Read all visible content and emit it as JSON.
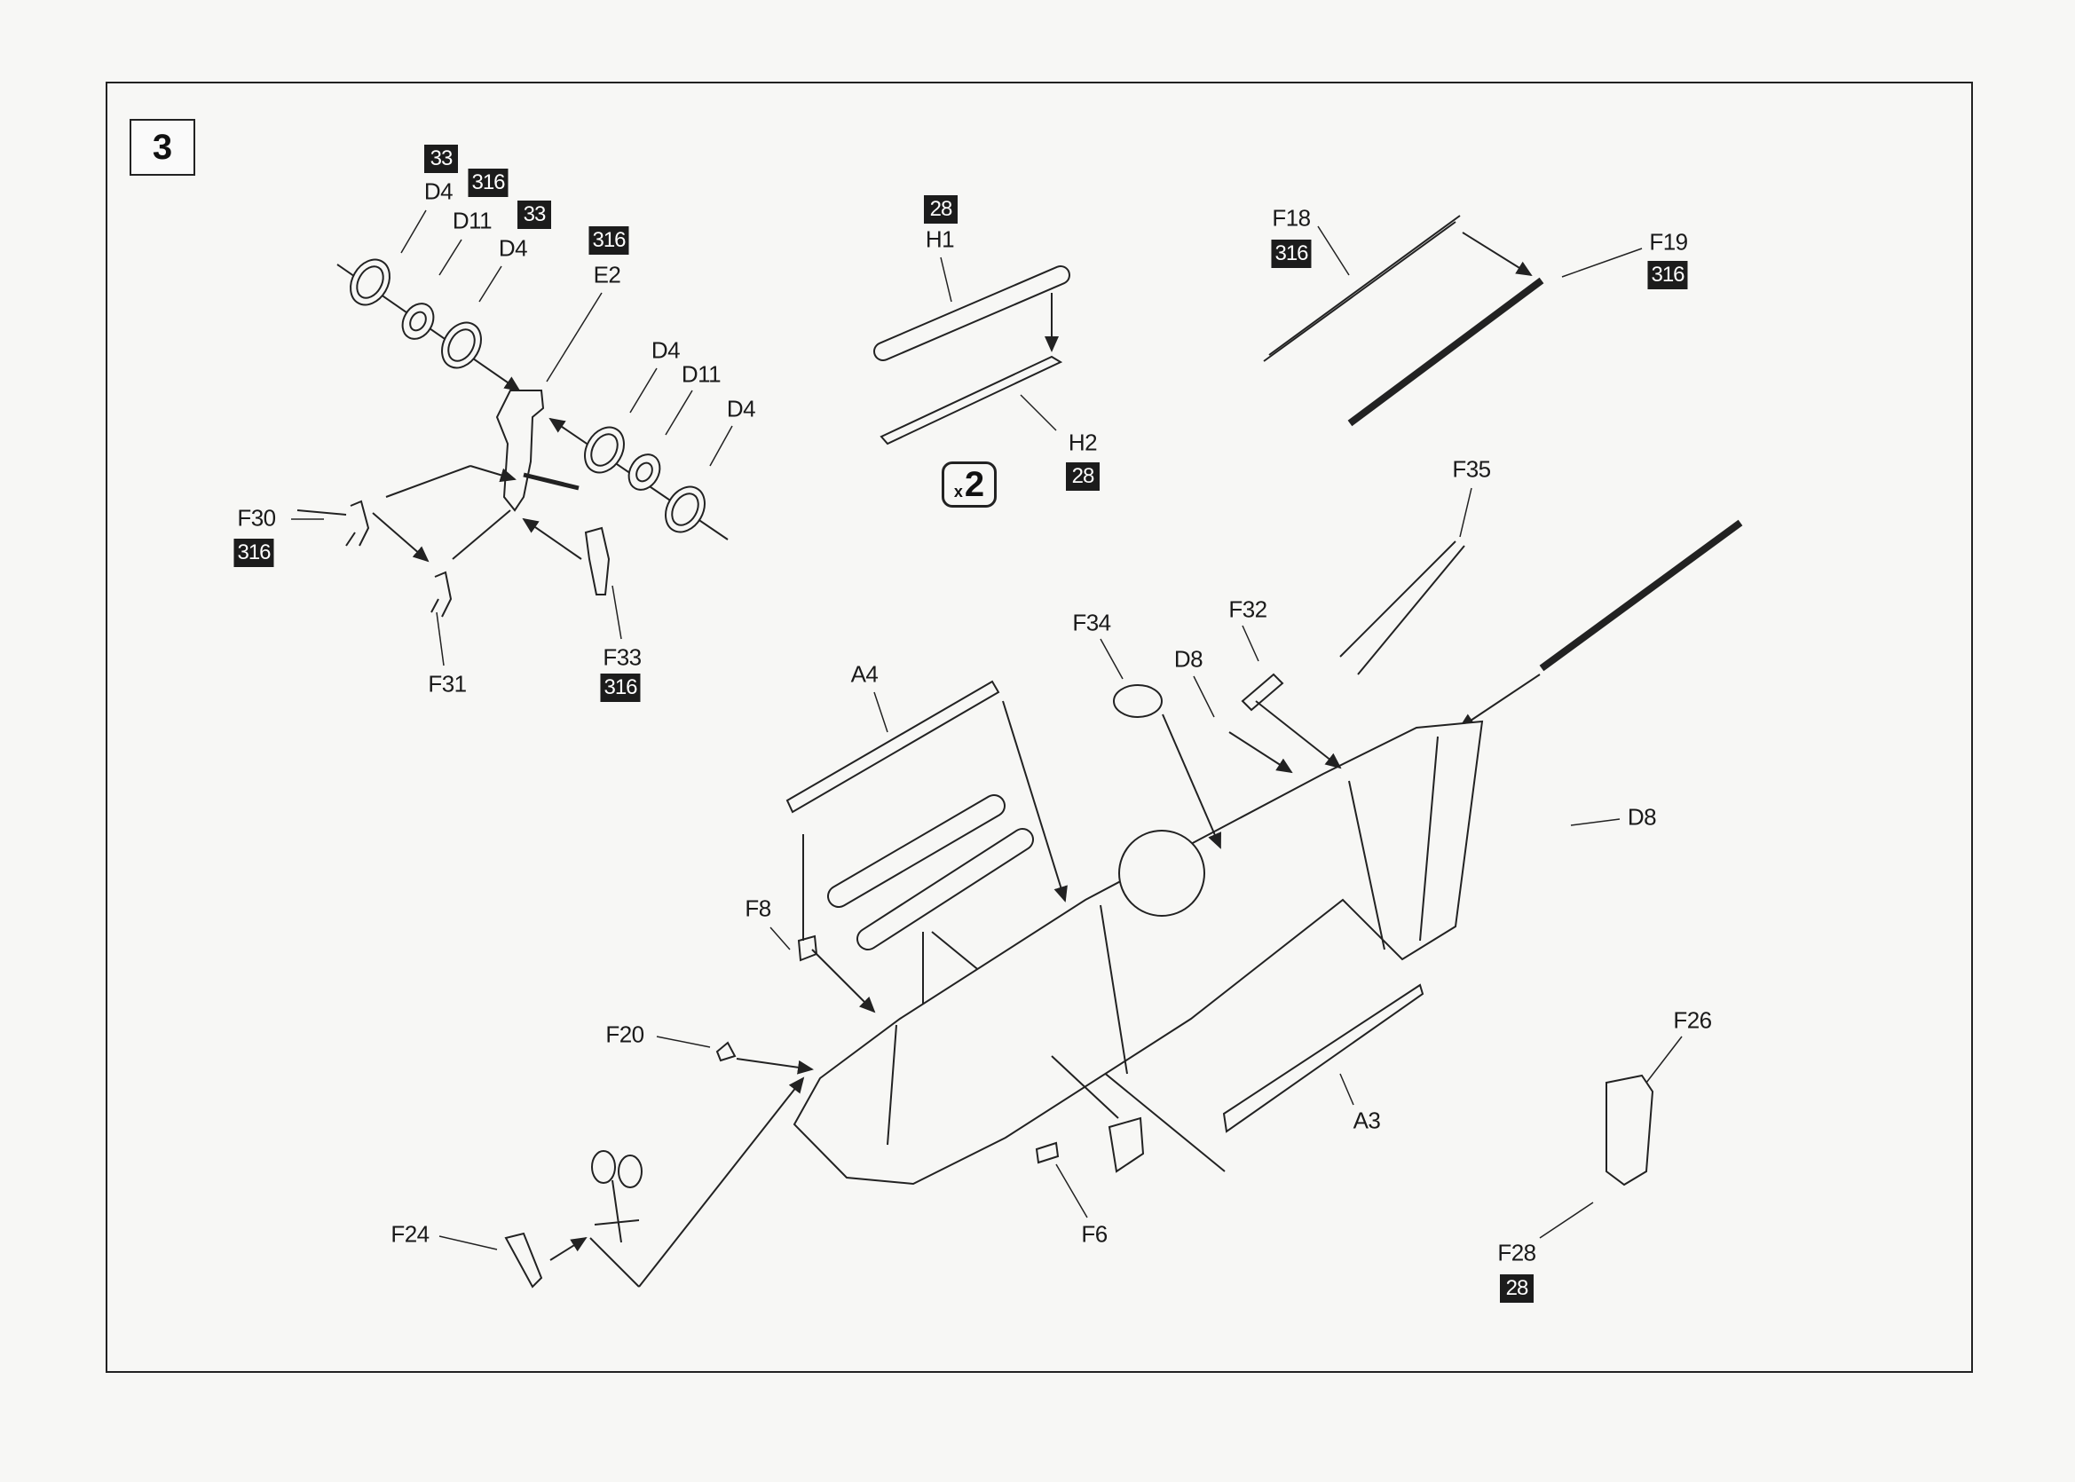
{
  "step": {
    "number": "3"
  },
  "multiplier": {
    "prefix": "x",
    "count": "2"
  },
  "labels": {
    "d4_a": "D4",
    "d11_a": "D11",
    "d4_b": "D4",
    "e2": "E2",
    "d4_c": "D4",
    "d11_b": "D11",
    "d4_d": "D4",
    "f30": "F30",
    "f31": "F31",
    "f33": "F33",
    "h1": "H1",
    "h2": "H2",
    "f18": "F18",
    "f19": "F19",
    "f35": "F35",
    "f34": "F34",
    "f32": "F32",
    "d8_a": "D8",
    "a4": "A4",
    "d8_b": "D8",
    "f8": "F8",
    "f20": "F20",
    "a3": "A3",
    "f6": "F6",
    "f26": "F26",
    "f24": "F24",
    "f28": "F28"
  },
  "paint_codes": {
    "d4_a": "33",
    "d11_a": "316",
    "d4_b": "33",
    "e2": "316",
    "f30": "316",
    "f33": "316",
    "h1": "28",
    "h2": "28",
    "f18": "316",
    "f19": "316",
    "f28": "28"
  },
  "colors": {
    "badge": "#1c1c1c",
    "line": "#222222",
    "paper": "#f7f7f5"
  }
}
